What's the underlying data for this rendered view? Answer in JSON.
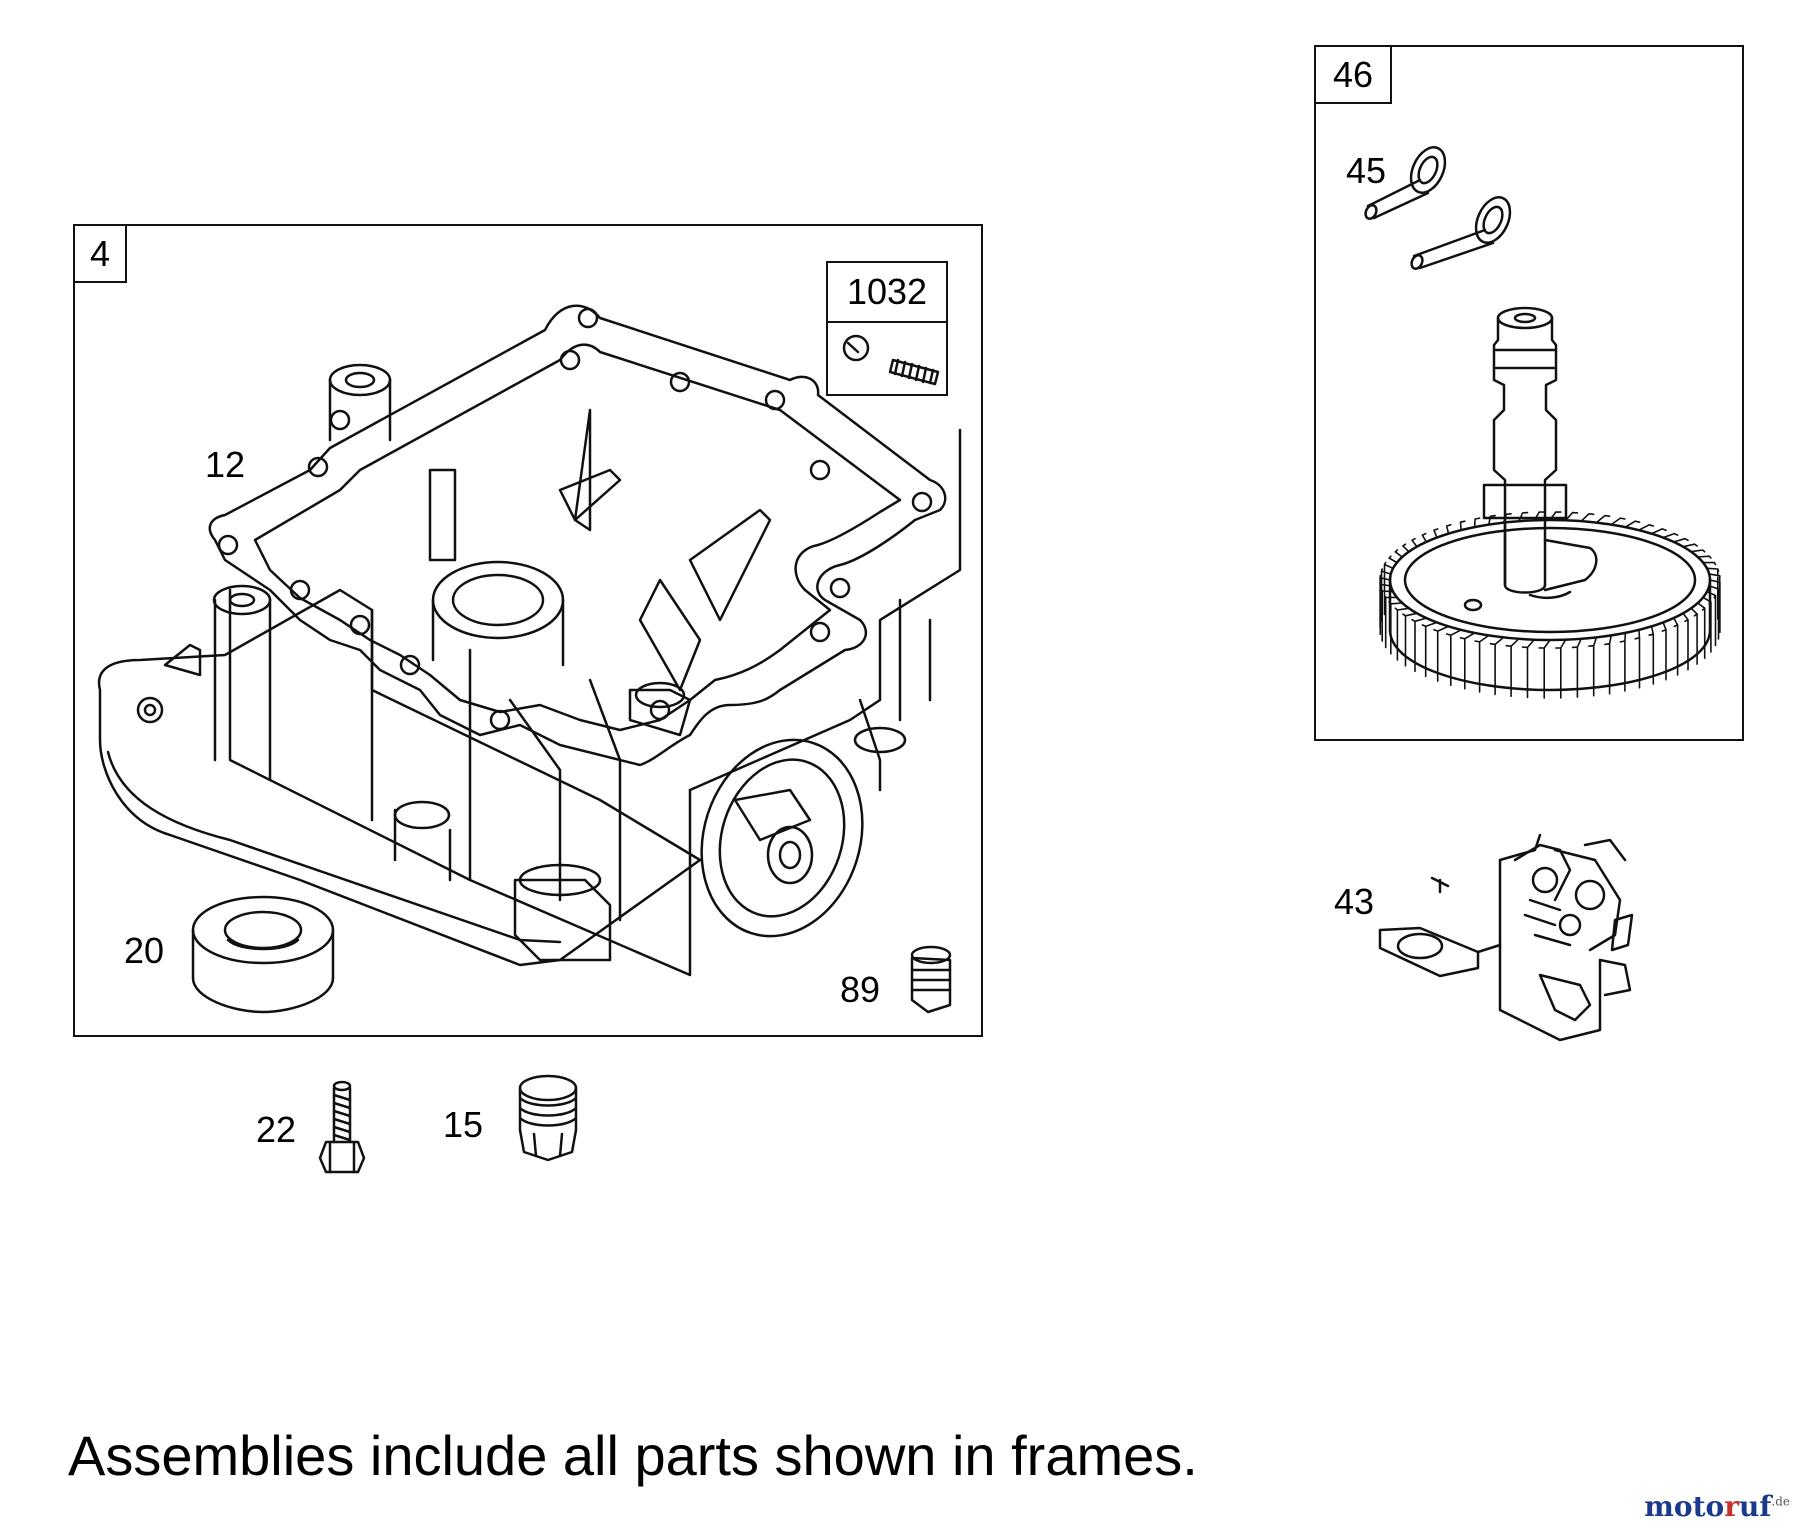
{
  "frames": {
    "assembly_4": "4",
    "assembly_46": "46",
    "kit_1032": "1032"
  },
  "callouts": {
    "gasket": "12",
    "oil_seal": "20",
    "plug_89": "89",
    "bolt": "22",
    "plug_15": "15",
    "push_rod_45": "45",
    "governor": "43"
  },
  "note": "Assemblies include all parts shown in frames.",
  "watermark": {
    "brand_start": "moto",
    "brand_accent": "r",
    "brand_end": "uf",
    "tld": ".de"
  },
  "colors": {
    "line": "#111111",
    "watermark_primary": "#1c3a8c",
    "watermark_accent": "#c8322a"
  },
  "icons": [
    "crankcase-sump-drawing",
    "camshaft-gear-drawing",
    "governor-drawing",
    "oil-seal-drawing",
    "bolt-drawing",
    "plug-drawing",
    "push-rod-drawing",
    "check-ball-spring-drawing"
  ]
}
